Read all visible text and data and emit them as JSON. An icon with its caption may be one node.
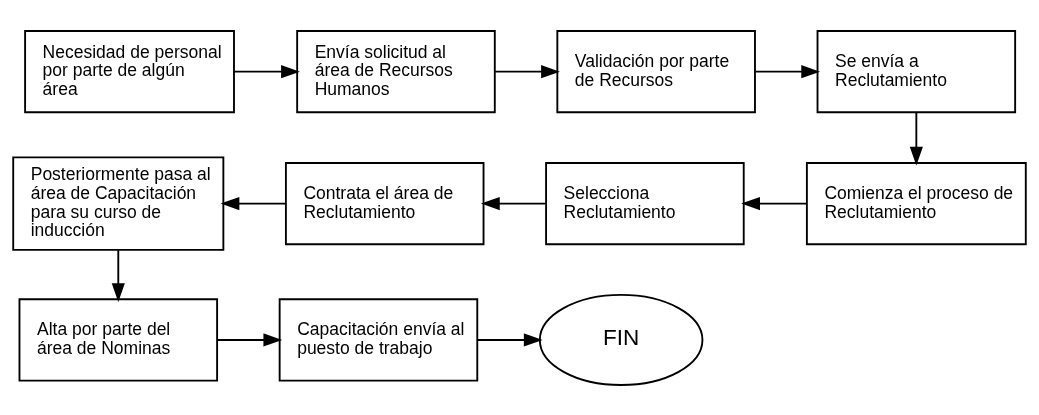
{
  "diagram": {
    "nodes": [
      {
        "text": [
          "Necesidad de personal por parte de algún área"
        ]
      },
      {
        "text": [
          "Envía solicitud al área de Recursos Humanos"
        ]
      },
      {
        "text": [
          "Validación por parte de Recursos"
        ]
      },
      {
        "text": [
          "Se envía a Reclutamiento"
        ]
      },
      {
        "text": [
          "Posteriormente pasa al área de Capacitación para su curso de inducción"
        ]
      },
      {
        "text": [
          "Contrata el área de Reclutamiento"
        ]
      },
      {
        "text": [
          "Selecciona Reclutamiento"
        ]
      },
      {
        "text": [
          "Comienza el proceso de Reclutamiento"
        ]
      },
      {
        "text": [
          "Alta por parte del área de Nominas"
        ]
      },
      {
        "text": [
          "Capacitación envía al puesto de trabajo"
        ]
      },
      {
        "text": [
          "FIN"
        ]
      }
    ],
    "edges": [
      {
        "from": 0,
        "to": 1,
        "arrow": "to"
      },
      {
        "from": 1,
        "to": 2,
        "arrow": "to"
      },
      {
        "from": 2,
        "to": 3,
        "arrow": "to"
      },
      {
        "from": 3,
        "to": 7,
        "arrow": "to"
      },
      {
        "from": 7,
        "to": 6,
        "arrow": "to"
      },
      {
        "from": 6,
        "to": 5,
        "arrow": "to"
      },
      {
        "from": 5,
        "to": 4,
        "arrow": "to"
      },
      {
        "from": 4,
        "to": 8,
        "arrow": "to"
      },
      {
        "from": 8,
        "to": 9,
        "arrow": "to"
      },
      {
        "from": 9,
        "to": 10,
        "arrow": "to"
      }
    ]
  }
}
